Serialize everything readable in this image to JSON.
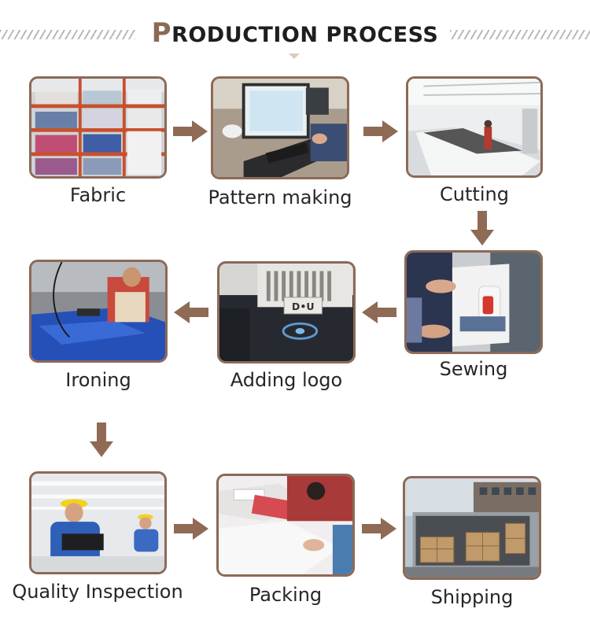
{
  "header": {
    "title_initial": "P",
    "title_rest": "RODUCTION PROCESS"
  },
  "colors": {
    "frame": "#8b6a57",
    "arrow": "#8f6a55",
    "title_initial": "#8a6a55",
    "title_text": "#1e1e1e"
  },
  "steps": [
    {
      "label": "Fabric",
      "photo": "fabric-rolls-photo"
    },
    {
      "label": "Pattern making",
      "photo": "pattern-making-photo"
    },
    {
      "label": "Cutting",
      "photo": "cutting-table-photo"
    },
    {
      "label": "Sewing",
      "photo": "sewing-machine-photo"
    },
    {
      "label": "Adding logo",
      "photo": "embroidery-machine-photo"
    },
    {
      "label": "Ironing",
      "photo": "ironing-photo"
    },
    {
      "label": "Quality Inspection",
      "photo": "quality-inspection-photo"
    },
    {
      "label": "Packing",
      "photo": "packing-photo"
    },
    {
      "label": "Shipping",
      "photo": "shipping-truck-photo"
    }
  ],
  "flow": [
    {
      "from": "Fabric",
      "to": "Pattern making",
      "direction": "right"
    },
    {
      "from": "Pattern making",
      "to": "Cutting",
      "direction": "right"
    },
    {
      "from": "Cutting",
      "to": "Sewing",
      "direction": "down"
    },
    {
      "from": "Sewing",
      "to": "Adding logo",
      "direction": "left"
    },
    {
      "from": "Adding logo",
      "to": "Ironing",
      "direction": "left"
    },
    {
      "from": "Ironing",
      "to": "Quality Inspection",
      "direction": "down"
    },
    {
      "from": "Quality Inspection",
      "to": "Packing",
      "direction": "right"
    },
    {
      "from": "Packing",
      "to": "Shipping",
      "direction": "right"
    }
  ]
}
